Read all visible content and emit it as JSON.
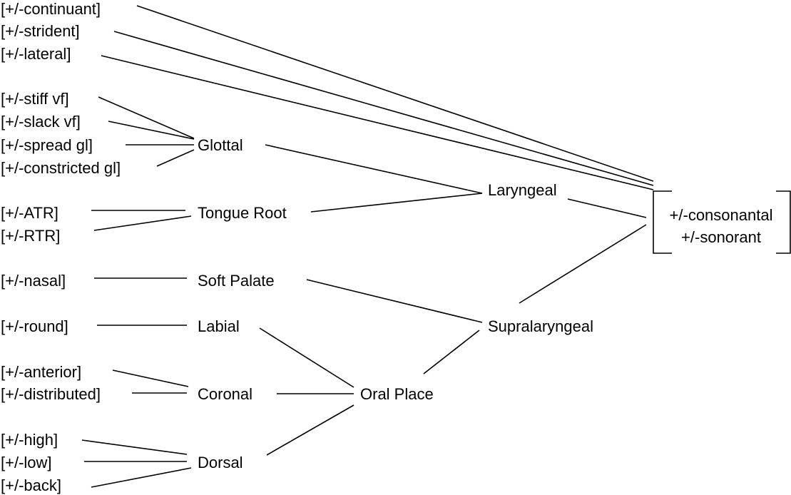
{
  "features": {
    "continuant": "[+/-continuant]",
    "strident": "[+/-strident]",
    "lateral": "[+/-lateral]",
    "stiff_vf": "[+/-stiff vf]",
    "slack_vf": "[+/-slack vf]",
    "spread_gl": "[+/-spread gl]",
    "constricted_gl": "[+/-constricted gl]",
    "atr": "[+/-ATR]",
    "rtr": "[+/-RTR]",
    "nasal": "[+/-nasal]",
    "round": "[+/-round]",
    "anterior": "[+/-anterior]",
    "distributed": "[+/-distributed]",
    "high": "[+/-high]",
    "low": "[+/-low]",
    "back": "[+/-back]"
  },
  "nodes": {
    "glottal": "Glottal",
    "tongue_root": "Tongue Root",
    "soft_palate": "Soft Palate",
    "labial": "Labial",
    "coronal": "Coronal",
    "dorsal": "Dorsal",
    "oral_place": "Oral Place",
    "laryngeal": "Laryngeal",
    "supralaryngeal": "Supralaryngeal"
  },
  "root": {
    "line1": "+/-consonantal",
    "line2": "+/-sonorant"
  }
}
